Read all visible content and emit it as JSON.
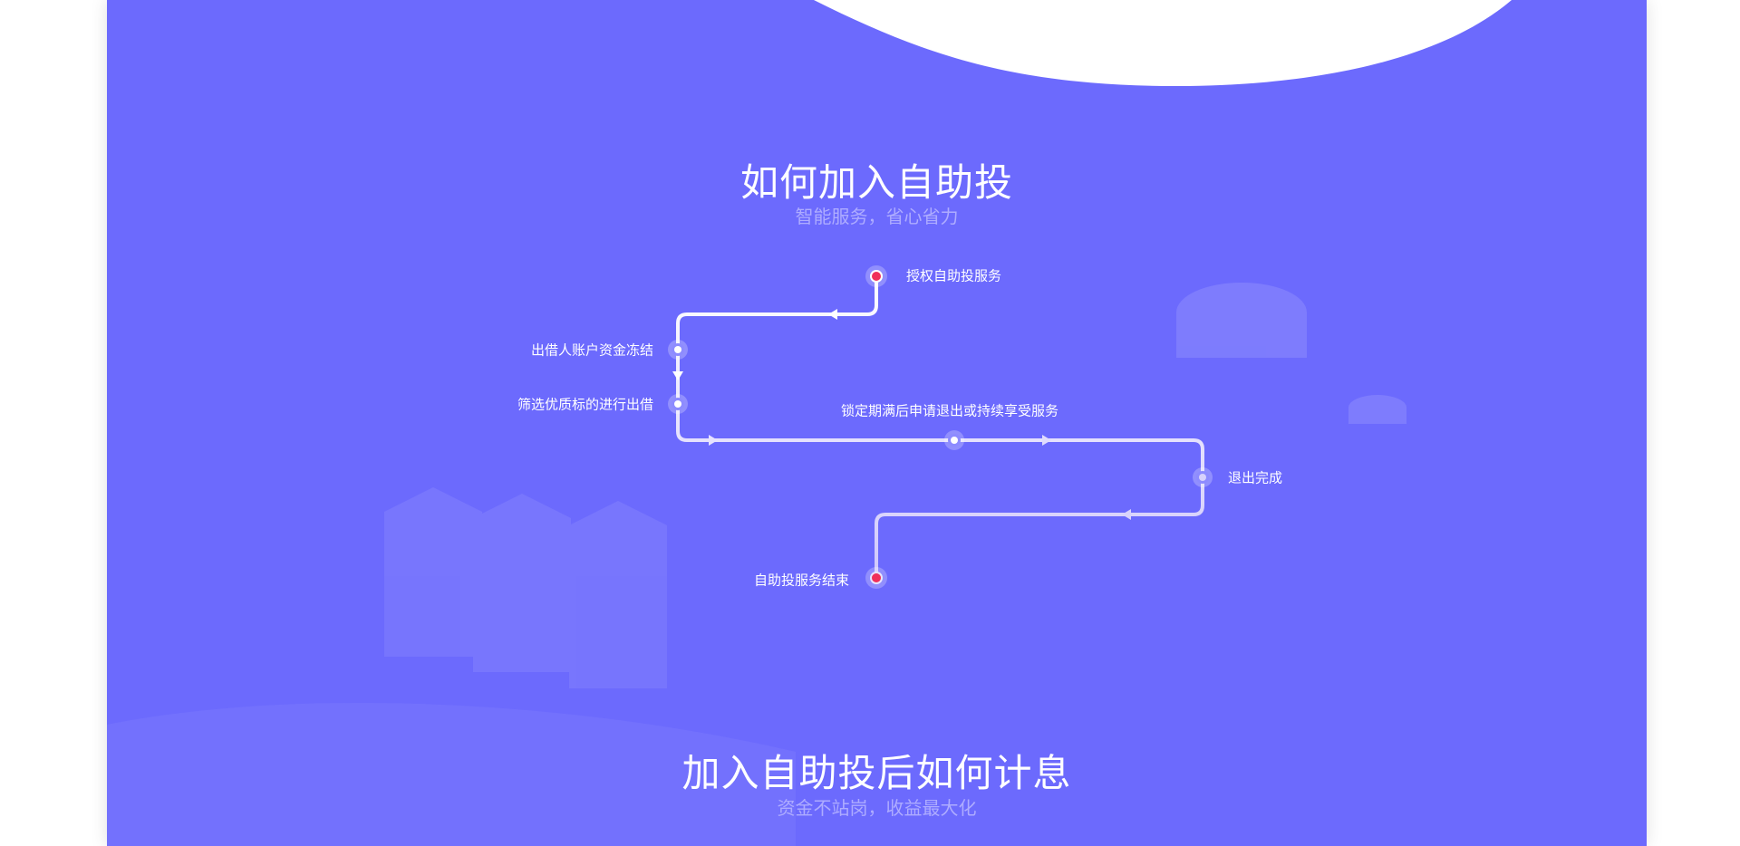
{
  "section1": {
    "title": "如何加入自助投",
    "subtitle": "智能服务，省心省力",
    "steps": [
      {
        "label": "授权自助投服务",
        "type": "start"
      },
      {
        "label": "出借人账户资金冻结",
        "type": "step"
      },
      {
        "label": "筛选优质标的进行出借",
        "type": "step"
      },
      {
        "label": "锁定期满后申请退出或持续享受服务",
        "type": "step"
      },
      {
        "label": "退出完成",
        "type": "step"
      },
      {
        "label": "自助投服务结束",
        "type": "end"
      }
    ]
  },
  "section2": {
    "title": "加入自助投后如何计息",
    "subtitle": "资金不站岗，收益最大化"
  },
  "colors": {
    "background": "#6c6afd",
    "accent": "#f0305a"
  }
}
